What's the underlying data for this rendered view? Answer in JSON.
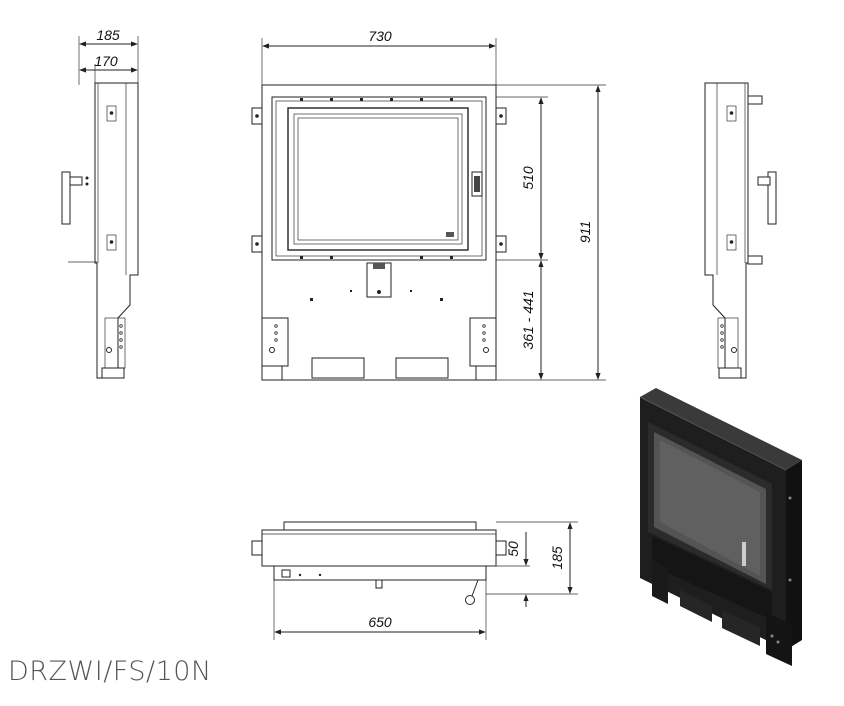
{
  "product": {
    "code": "DRZWI/FS/10N"
  },
  "dimensions": {
    "depth_total": "185",
    "depth_body": "170",
    "width_total": "730",
    "height_door": "510",
    "height_total": "911",
    "height_legs_range": "361 - 441",
    "plan_depth_small": "50",
    "plan_depth_total": "185",
    "plan_width": "650"
  },
  "colors": {
    "line": "#222222",
    "text": "#555555",
    "render_dark": "#1e1e1e",
    "glass": "#545454"
  }
}
